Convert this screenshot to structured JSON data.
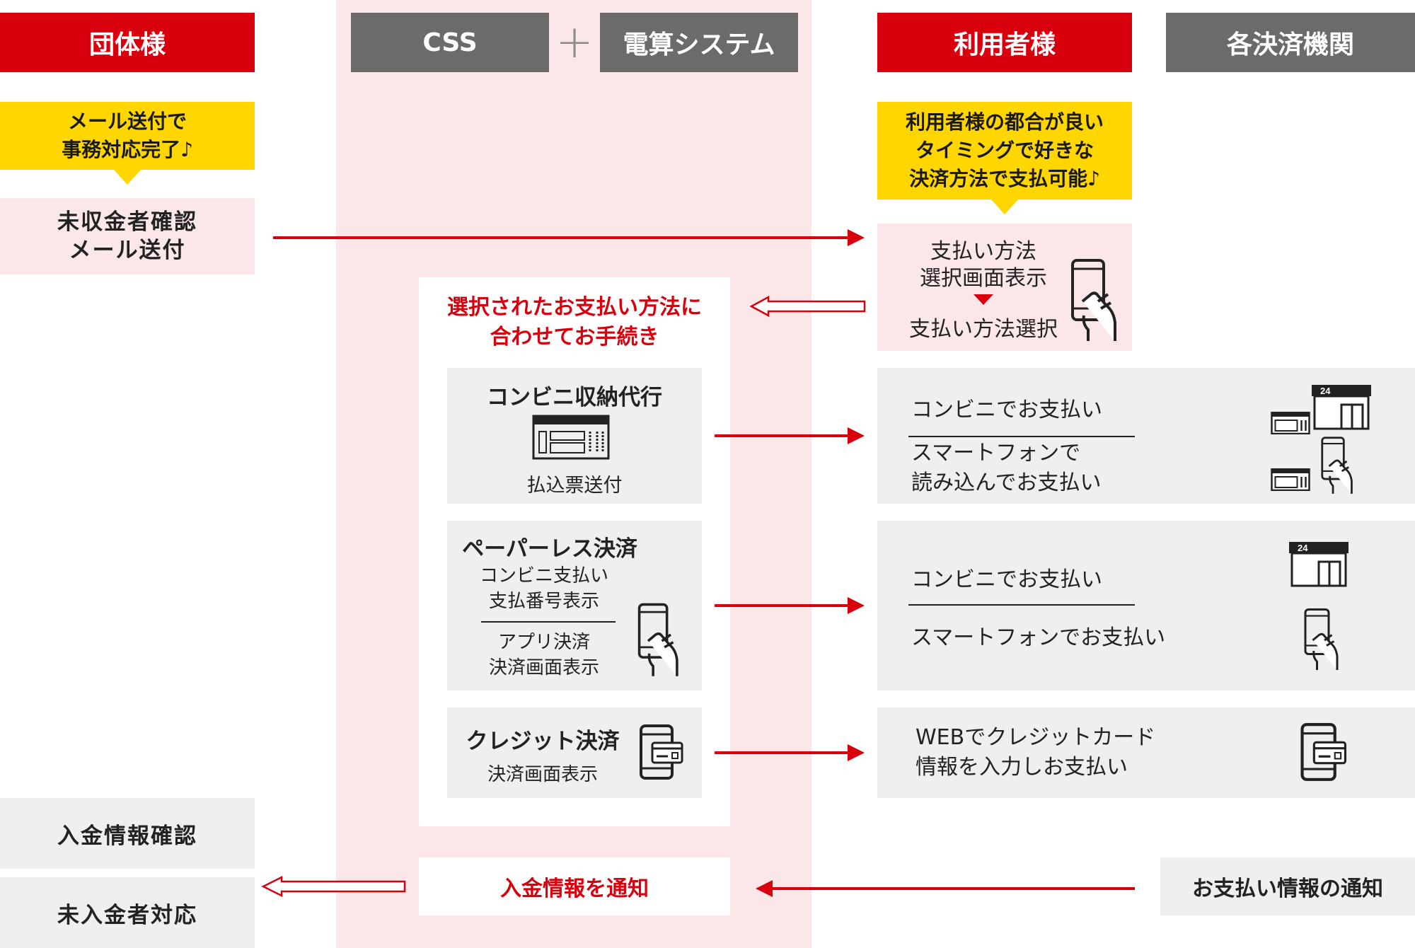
{
  "headers": {
    "group": "団体様",
    "css": "CSS",
    "plus": "+",
    "densan": "電算システム",
    "user": "利用者様",
    "settlement": "各決済機関"
  },
  "group_callout": [
    "メール送付で",
    "事務対応完了♪"
  ],
  "user_callout": [
    "利用者様の都合が良い",
    "タイミングで好きな",
    "決済方法で支払可能♪"
  ],
  "group_steps": {
    "unpaid_check": [
      "未収金者確認",
      "メール送付"
    ],
    "payment_confirm": "入金情報確認",
    "unpaid_handling": "未入金者対応"
  },
  "user_select": {
    "line1": "支払い方法",
    "line2": "選択画面表示",
    "line3": "支払い方法選択"
  },
  "css_procedure": [
    "選択されたお支払い方法に",
    "合わせてお手続き"
  ],
  "methods": {
    "conveni": {
      "title": "コンビニ収納代行",
      "sub": "払込票送付"
    },
    "paperless": {
      "title": "ペーパーレス決済",
      "sub1": [
        "コンビニ支払い",
        "支払番号表示"
      ],
      "sub2": [
        "アプリ決済",
        "決済画面表示"
      ]
    },
    "credit": {
      "title": "クレジット決済",
      "sub": "決済画面表示"
    }
  },
  "user_payments": {
    "conveni": {
      "a": "コンビニでお支払い",
      "b": [
        "スマートフォンで",
        "読み込んでお支払い"
      ]
    },
    "paperless": {
      "a": "コンビニでお支払い",
      "b": "スマートフォンでお支払い"
    },
    "credit": [
      "WEBでクレジットカード",
      "情報を入力しお支払い"
    ]
  },
  "notify": {
    "css": "入金情報を通知",
    "settlement": "お支払い情報の通知"
  },
  "store_sign": "24",
  "colors": {
    "red": "#d9000d",
    "gray_header": "#6b6b6b",
    "yellow": "#ffd600",
    "pink": "#fbe7e8",
    "light_gray": "#efefef"
  },
  "icons": [
    "smartphone-hand-icon",
    "payment-slip-icon",
    "convenience-store-icon",
    "credit-card-phone-icon"
  ]
}
